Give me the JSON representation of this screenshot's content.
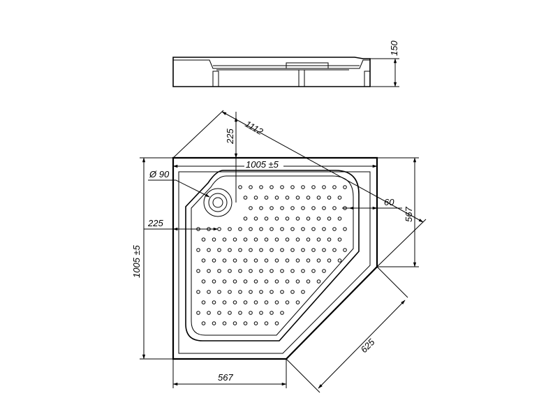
{
  "dimensions": {
    "overall_height": "150",
    "diagonal_length": "1112",
    "corner_offset": "225",
    "drain_diameter": "Ø 90",
    "inner_width": "1005 ±5",
    "rim_width": "60",
    "side_length_right": "567",
    "drain_offset": "225",
    "overall_depth": "1005 ±5",
    "bottom_length": "567",
    "front_edge": "625"
  }
}
